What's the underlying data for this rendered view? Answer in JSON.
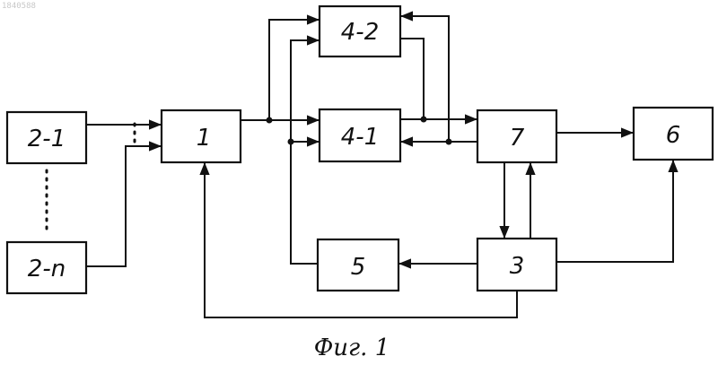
{
  "watermark": "1840588",
  "caption": "Фиг. 1",
  "blocks": {
    "b21": "2-1",
    "b2n": "2-n",
    "b1": "1",
    "b42": "4-2",
    "b41": "4-1",
    "b7": "7",
    "b6": "6",
    "b5": "5",
    "b3": "3"
  },
  "colors": {
    "ink": "#111111",
    "paper": "#ffffff"
  }
}
